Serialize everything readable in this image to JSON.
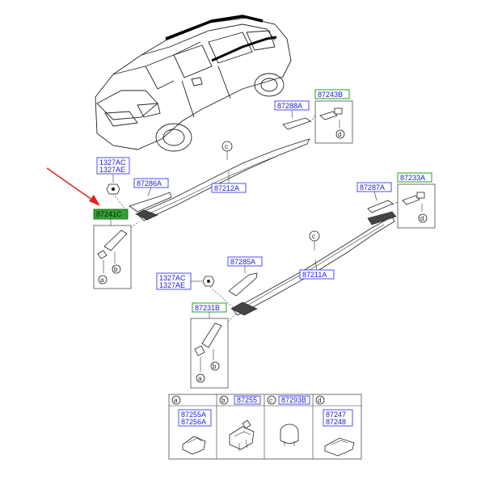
{
  "callouts": {
    "bolt_upper_1": "1327AC",
    "bolt_upper_2": "1327AE",
    "bolt_lower_1": "1327AC",
    "bolt_lower_2": "1327AE",
    "p87286A": "87286A",
    "p87212A": "87212A",
    "p87288A": "87288A",
    "p87243B": "87243B",
    "p87241C": "87241C",
    "p87287A": "87287A",
    "p87233A": "87233A",
    "p87285A": "87285A",
    "p87211A": "87211A",
    "p87231B": "87231B"
  },
  "letters": {
    "a": "a",
    "b": "b",
    "c": "c",
    "d": "d"
  },
  "legend": {
    "cells": [
      {
        "letter": "a",
        "codes": [
          "87255A",
          "87256A"
        ]
      },
      {
        "letter": "b",
        "codes": [
          "87255"
        ]
      },
      {
        "letter": "c",
        "codes": [
          "87293B"
        ]
      },
      {
        "letter": "d",
        "codes": [
          "87247",
          "87248"
        ]
      }
    ]
  },
  "colors": {
    "callout_text": "#1b1bd6",
    "callout_border": "#3a3aff",
    "group_border": "#22a022",
    "highlight_fill": "#33a033",
    "arrow": "#e02020"
  }
}
